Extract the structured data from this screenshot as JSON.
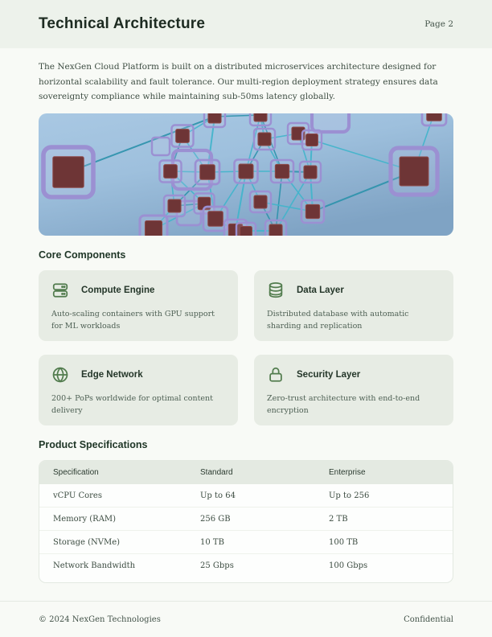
{
  "header": {
    "title": "Technical Architecture",
    "page_number": "Page 2"
  },
  "intro": {
    "text": "The NexGen Cloud Platform is built on a distributed microservices architecture designed for horizontal scalability and fault tolerance. Our multi-region deployment strategy ensures data sovereignty compliance while maintaining sub-50ms latency globally."
  },
  "hero_image": {
    "description": "3D render of a network of dark red cubes in purple wireframe frames connected by teal lines on a blue background",
    "colors": {
      "background_top": "#a9c8e3",
      "background_bottom": "#7fa3c4",
      "connection_line": "#41b4cb",
      "wireframe": "#9b90d2",
      "cube": "#6e3536"
    }
  },
  "core_components": {
    "heading": "Core Components",
    "cards": [
      {
        "icon": "server-icon",
        "title": "Compute Engine",
        "description": "Auto-scaling containers with GPU support for ML workloads"
      },
      {
        "icon": "database-icon",
        "title": "Data Layer",
        "description": "Distributed database with automatic sharding and replication"
      },
      {
        "icon": "globe-icon",
        "title": "Edge Network",
        "description": "200+ PoPs worldwide for optimal content delivery"
      },
      {
        "icon": "lock-icon",
        "title": "Security Layer",
        "description": "Zero-trust architecture with end-to-end encryption"
      }
    ]
  },
  "specifications": {
    "heading": "Product Specifications",
    "table": {
      "headers": [
        "Specification",
        "Standard",
        "Enterprise"
      ],
      "rows": [
        [
          "vCPU Cores",
          "Up to 64",
          "Up to 256"
        ],
        [
          "Memory (RAM)",
          "256 GB",
          "2 TB"
        ],
        [
          "Storage (NVMe)",
          "10 TB",
          "100 TB"
        ],
        [
          "Network Bandwidth",
          "25 Gbps",
          "100 Gbps"
        ]
      ]
    }
  },
  "footer": {
    "copyright": "© 2024 NexGen Technologies",
    "label": "Confidential"
  },
  "colors": {
    "accent_green": "#527c4e",
    "header_bg": "#edf2eb",
    "card_bg": "#e7ece4",
    "page_bg": "#f8faf6"
  }
}
